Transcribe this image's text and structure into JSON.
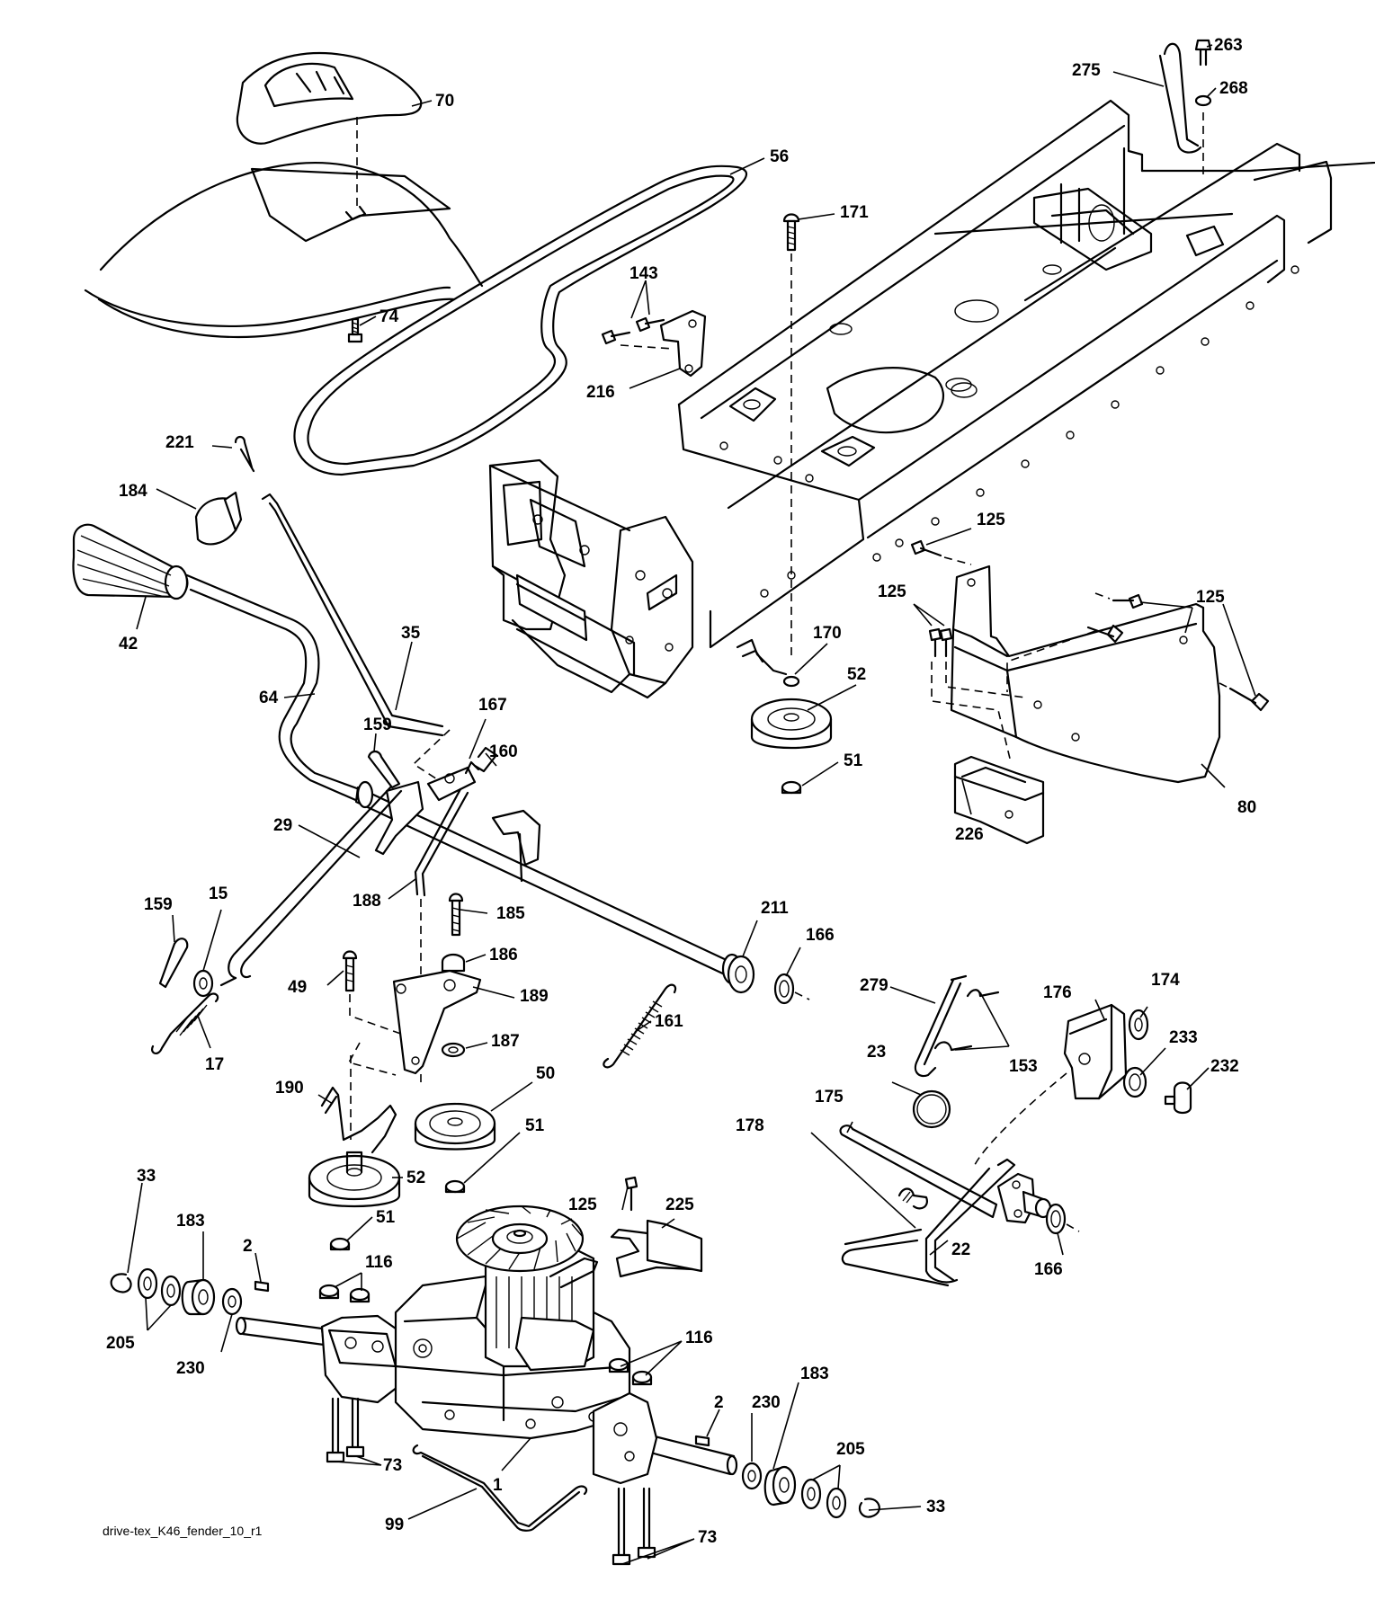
{
  "diagram": {
    "caption": "drive-tex_K46_fender_10_r1",
    "callouts": [
      {
        "id": "70",
        "label": "70"
      },
      {
        "id": "56",
        "label": "56"
      },
      {
        "id": "74",
        "label": "74"
      },
      {
        "id": "143",
        "label": "143"
      },
      {
        "id": "171",
        "label": "171"
      },
      {
        "id": "216",
        "label": "216"
      },
      {
        "id": "275",
        "label": "275"
      },
      {
        "id": "263",
        "label": "263"
      },
      {
        "id": "268",
        "label": "268"
      },
      {
        "id": "221",
        "label": "221"
      },
      {
        "id": "184",
        "label": "184"
      },
      {
        "id": "42",
        "label": "42"
      },
      {
        "id": "64",
        "label": "64"
      },
      {
        "id": "35",
        "label": "35"
      },
      {
        "id": "159a",
        "label": "159"
      },
      {
        "id": "167",
        "label": "167"
      },
      {
        "id": "160",
        "label": "160"
      },
      {
        "id": "29",
        "label": "29"
      },
      {
        "id": "125a",
        "label": "125"
      },
      {
        "id": "125b",
        "label": "125"
      },
      {
        "id": "125c",
        "label": "125"
      },
      {
        "id": "170",
        "label": "170"
      },
      {
        "id": "52a",
        "label": "52"
      },
      {
        "id": "51a",
        "label": "51"
      },
      {
        "id": "80",
        "label": "80"
      },
      {
        "id": "226",
        "label": "226"
      },
      {
        "id": "159b",
        "label": "159"
      },
      {
        "id": "15",
        "label": "15"
      },
      {
        "id": "188",
        "label": "188"
      },
      {
        "id": "185",
        "label": "185"
      },
      {
        "id": "211",
        "label": "211"
      },
      {
        "id": "166a",
        "label": "166"
      },
      {
        "id": "186",
        "label": "186"
      },
      {
        "id": "49",
        "label": "49"
      },
      {
        "id": "189",
        "label": "189"
      },
      {
        "id": "17",
        "label": "17"
      },
      {
        "id": "161",
        "label": "161"
      },
      {
        "id": "187",
        "label": "187"
      },
      {
        "id": "279",
        "label": "279"
      },
      {
        "id": "176",
        "label": "176"
      },
      {
        "id": "174",
        "label": "174"
      },
      {
        "id": "233",
        "label": "233"
      },
      {
        "id": "232",
        "label": "232"
      },
      {
        "id": "153",
        "label": "153"
      },
      {
        "id": "23",
        "label": "23"
      },
      {
        "id": "190",
        "label": "190"
      },
      {
        "id": "50",
        "label": "50"
      },
      {
        "id": "51b",
        "label": "51"
      },
      {
        "id": "175",
        "label": "175"
      },
      {
        "id": "178",
        "label": "178"
      },
      {
        "id": "52b",
        "label": "52"
      },
      {
        "id": "51c",
        "label": "51"
      },
      {
        "id": "33a",
        "label": "33"
      },
      {
        "id": "183a",
        "label": "183"
      },
      {
        "id": "2a",
        "label": "2"
      },
      {
        "id": "125d",
        "label": "125"
      },
      {
        "id": "225",
        "label": "225"
      },
      {
        "id": "116a",
        "label": "116"
      },
      {
        "id": "22",
        "label": "22"
      },
      {
        "id": "166b",
        "label": "166"
      },
      {
        "id": "205a",
        "label": "205"
      },
      {
        "id": "230a",
        "label": "230"
      },
      {
        "id": "116b",
        "label": "116"
      },
      {
        "id": "183b",
        "label": "183"
      },
      {
        "id": "2b",
        "label": "2"
      },
      {
        "id": "230b",
        "label": "230"
      },
      {
        "id": "73a",
        "label": "73"
      },
      {
        "id": "205b",
        "label": "205"
      },
      {
        "id": "1",
        "label": "1"
      },
      {
        "id": "33b",
        "label": "33"
      },
      {
        "id": "99",
        "label": "99"
      },
      {
        "id": "73b",
        "label": "73"
      }
    ]
  }
}
